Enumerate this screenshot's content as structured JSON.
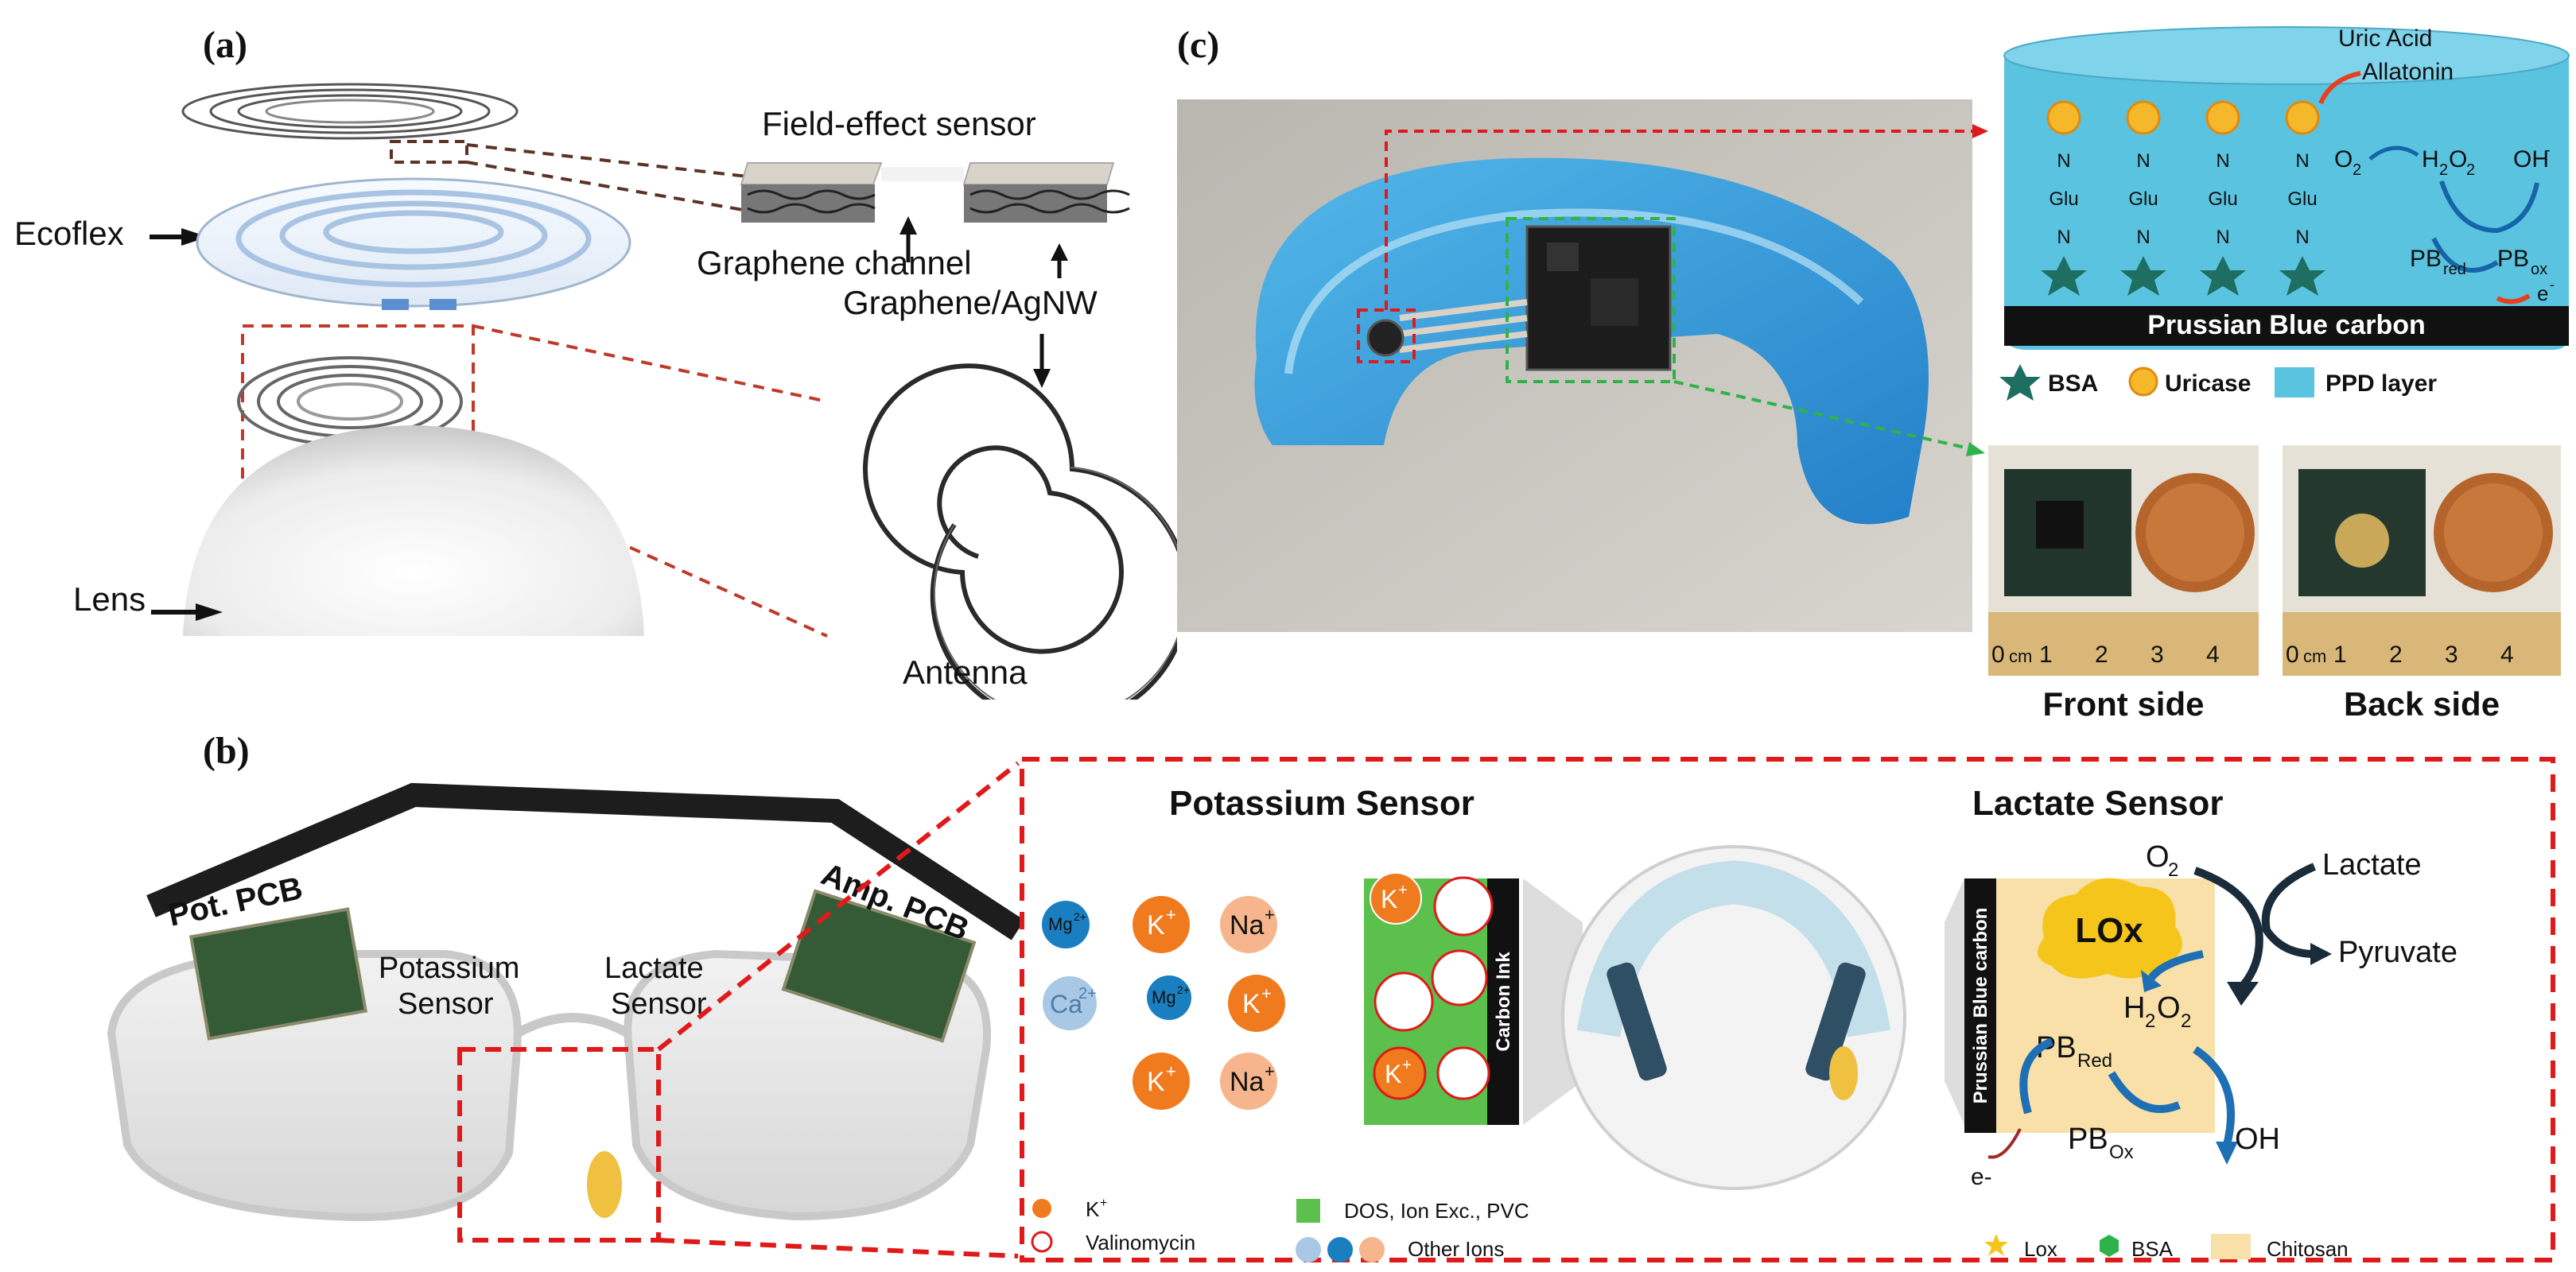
{
  "panels": {
    "a": {
      "label": "(a)",
      "field_effect_sensor": "Field-effect sensor",
      "ecoflex": "Ecoflex",
      "graphene_channel": "Graphene channel",
      "graphene_agnw": "Graphene/AgNW",
      "lens": "Lens",
      "antenna": "Antenna"
    },
    "b": {
      "label": "(b)",
      "pot_pcb": "Pot. PCB",
      "amp_pcb": "Amp. PCB",
      "potassium_sensor_line1": "Potassium",
      "potassium_sensor_line2": "Sensor",
      "lactate_sensor_line1": "Lactate",
      "lactate_sensor_line2": "Sensor",
      "detail": {
        "potassium_title": "Potassium Sensor",
        "lactate_title": "Lactate  Sensor",
        "carbon_ink": "Carbon Ink",
        "prussian_blue_carbon": "Prussian Blue carbon",
        "ions": {
          "mg": "Mg",
          "mg_sup": "2+",
          "k": "K",
          "k_sup": "+",
          "na": "Na",
          "na_sup": "+",
          "ca": "Ca",
          "ca_sup": "2+"
        },
        "lox": "LOx",
        "o2": "O",
        "o2_sub": "2",
        "lactate": "Lactate",
        "pyruvate": "Pyruvate",
        "h2o2_h": "H",
        "h2o2_2a": "2",
        "h2o2_o": "O",
        "h2o2_2b": "2",
        "pb": "PB",
        "pb_red_sub": "Red",
        "pb_ox_sub": "Ox",
        "oh": "OH",
        "electron": "e-",
        "legend": {
          "k": "K",
          "k_sup": "+",
          "valinomycin": "Valinomycin",
          "dos": "DOS, Ion Exc., PVC",
          "other_ions": "Other Ions",
          "lox": "Lox",
          "bsa": "BSA",
          "chitosan": "Chitosan"
        }
      }
    },
    "c": {
      "label": "(c)",
      "uric_acid": "Uric Acid",
      "allatonin": "Allatonin",
      "o2": "O",
      "o2_sub": "2",
      "h2o2_h": "H",
      "h2o2_2a": "2",
      "h2o2_o": "O",
      "h2o2_2b": "2",
      "oh": "OH",
      "oh_sup": "-",
      "pb": "PB",
      "pb_red_sub": "red",
      "pb_ox_sub": "ox",
      "electron": "e",
      "electron_sup": "-",
      "chain_n": "N",
      "chain_glu": "Glu",
      "prussian_blue_carbon": "Prussian Blue carbon",
      "legend": {
        "bsa": "BSA",
        "uricase": "Uricase",
        "ppd": "PPD layer"
      },
      "ruler_cm": "cm",
      "ruler_ticks": [
        "0",
        "1",
        "2",
        "3",
        "4"
      ],
      "front_side": "Front side",
      "back_side": "Back side"
    }
  },
  "colors": {
    "red_dash": "#e01a1a",
    "mouthguard_blue": "#2196d8",
    "ppd_blue": "#5ac3e0",
    "k_orange": "#f07a1e",
    "na_peach": "#f6b58c",
    "mg_blue": "#1a7fc0",
    "ca_lightblue": "#a8c8e6",
    "green_layer": "#5cc04c",
    "chitosan": "#f8e0a8",
    "star_teal": "#1f6e62",
    "uricase_yellow": "#f5b82a"
  }
}
